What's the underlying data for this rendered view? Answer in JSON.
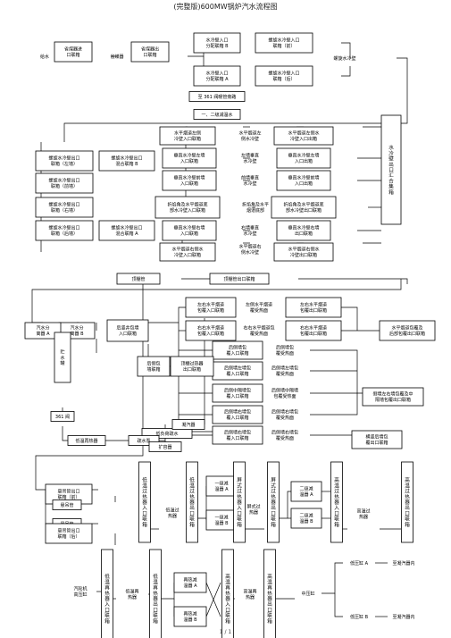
{
  "header": {
    "title": "(完整版)600MW锅炉汽水流程图"
  },
  "footer": {
    "page": "1 / 1"
  },
  "nodes": [
    {
      "id": "n1",
      "text": "给水",
      "tv": false
    },
    {
      "id": "n2",
      "text": "省煤器进\n口联箱",
      "tv": false
    },
    {
      "id": "n3",
      "text": "省煤器",
      "tv": false
    },
    {
      "id": "n4",
      "text": "省煤器出\n口联箱",
      "tv": false
    },
    {
      "id": "n5",
      "text": "水冷壁入口\n分配联箱 B",
      "tv": false
    },
    {
      "id": "n6",
      "text": "螺旋水冷壁入口\n联箱（前）",
      "tv": false
    },
    {
      "id": "n7",
      "text": "螺旋水冷壁入口\n联箱（后）",
      "tv": false
    },
    {
      "id": "n8",
      "text": "水冷壁入口\n分配联箱 A",
      "tv": false
    },
    {
      "id": "n9",
      "text": "螺旋水冷壁",
      "tv": false
    },
    {
      "id": "n10",
      "text": "至 361 阀暖管旁路",
      "tv": false
    },
    {
      "id": "n11",
      "text": "一、二级减温水",
      "tv": false
    },
    {
      "id": "n12",
      "text": "水平烟道左侧\n冷壁入口联箱",
      "tv": false
    },
    {
      "id": "n13",
      "text": "水平烟道左\n侧水冷壁",
      "tv": false
    },
    {
      "id": "n14",
      "text": "水平烟道左侧水\n冷壁入口出箱",
      "tv": false
    },
    {
      "id": "n15",
      "text": "螺旋水冷壁出口\n联箱（左墙）",
      "tv": false
    },
    {
      "id": "n16",
      "text": "螺旋水冷壁出口\n混合联箱 B",
      "tv": false
    },
    {
      "id": "n17",
      "text": "垂直水冷壁左墙\n入口联箱",
      "tv": false
    },
    {
      "id": "n18",
      "text": "左墙垂直\n水冷壁",
      "tv": false
    },
    {
      "id": "n19",
      "text": "垂直水冷壁左墙\n入口出箱",
      "tv": false
    },
    {
      "id": "n20",
      "text": "螺旋水冷壁出口\n联箱（前墙）",
      "tv": false
    },
    {
      "id": "n21",
      "text": "垂直水冷壁前墙\n入口联箱",
      "tv": false
    },
    {
      "id": "n22",
      "text": "前墙垂直\n水冷壁",
      "tv": false
    },
    {
      "id": "n23",
      "text": "垂直水冷壁前墙\n入口出箱",
      "tv": false
    },
    {
      "id": "n24",
      "text": "螺旋水冷壁出口\n联箱（右墙）",
      "tv": false
    },
    {
      "id": "n25",
      "text": "折焰角及水平烟道底\n部水冷壁入口联箱",
      "tv": false
    },
    {
      "id": "n26",
      "text": "折焰角及水平\n烟道底部",
      "tv": false
    },
    {
      "id": "n27",
      "text": "折焰角及水平烟道底\n部水冷壁出口联箱",
      "tv": false
    },
    {
      "id": "n28",
      "text": "螺旋水冷壁出口\n联箱（后墙）",
      "tv": false
    },
    {
      "id": "n29",
      "text": "螺旋水冷壁出口\n混合联箱 A",
      "tv": false
    },
    {
      "id": "n30",
      "text": "垂直水冷壁右墙\n入口联箱",
      "tv": false
    },
    {
      "id": "n31",
      "text": "右墙垂直\n水冷壁",
      "tv": false
    },
    {
      "id": "n32",
      "text": "垂直水冷壁右墙\n出口联箱",
      "tv": false
    },
    {
      "id": "n33",
      "text": "水平烟道右侧水\n冷壁入口联箱",
      "tv": false
    },
    {
      "id": "n34",
      "text": "水平烟道右\n侧水冷壁",
      "tv": false
    },
    {
      "id": "n35",
      "text": "水平烟道右侧水\n冷壁出口联箱",
      "tv": false
    },
    {
      "id": "n36",
      "text": "水冷壁出口汇合集箱",
      "tv": true
    },
    {
      "id": "n37",
      "text": "顶棚管",
      "tv": false
    },
    {
      "id": "n38",
      "text": "顶棚管出口联箱",
      "tv": false
    },
    {
      "id": "n39",
      "text": "汽水分\n离器 B",
      "tv": false
    },
    {
      "id": "n40",
      "text": "汽水分\n离器 A",
      "tv": false
    },
    {
      "id": "n41",
      "text": "贮\n水\n罐",
      "tv": false
    },
    {
      "id": "n42",
      "text": "后竖井包墙\n入口联箱",
      "tv": false
    },
    {
      "id": "n43",
      "text": "左右水平烟道\n包覆入口联箱",
      "tv": false
    },
    {
      "id": "n44",
      "text": "左侧水平烟道\n覆受热面",
      "tv": false
    },
    {
      "id": "n45",
      "text": "左右水平烟道\n包覆出口联箱",
      "tv": false
    },
    {
      "id": "n46",
      "text": "右右水平烟道\n包覆入口联箱",
      "tv": false
    },
    {
      "id": "n47",
      "text": "右右水平烟道包\n覆受热面",
      "tv": false
    },
    {
      "id": "n48",
      "text": "右右水平烟道\n包覆出口联箱",
      "tv": false
    },
    {
      "id": "n49",
      "text": "水平烟道包覆及\n后部包覆出口联箱",
      "tv": false
    },
    {
      "id": "n50",
      "text": "后侧墙包\n覆入口联箱",
      "tv": false
    },
    {
      "id": "n51",
      "text": "后侧墙包\n覆受热面",
      "tv": false
    },
    {
      "id": "n52",
      "text": "后侧墙左墙包\n覆入口联箱",
      "tv": false
    },
    {
      "id": "n53",
      "text": "后侧墙左墙包\n覆受热面",
      "tv": false
    },
    {
      "id": "n54",
      "text": "后侧中隔墙包\n覆入口联箱",
      "tv": false
    },
    {
      "id": "n55",
      "text": "后侧墙中隔墙\n包覆受热面",
      "tv": false
    },
    {
      "id": "n56",
      "text": "侧墙左右墙包覆及中\n隔墙包覆出口联箱",
      "tv": false
    },
    {
      "id": "n57",
      "text": "后侧墙右墙包\n覆入口联箱",
      "tv": false
    },
    {
      "id": "n58",
      "text": "后侧墙右墙包\n覆受热面",
      "tv": false
    },
    {
      "id": "n59",
      "text": "后侧墙右墙包\n覆入口联箱",
      "tv": false
    },
    {
      "id": "n60",
      "text": "后侧墙右墙包\n覆受热面",
      "tv": false
    },
    {
      "id": "n61",
      "text": "横竖后墙包\n覆出口联箱",
      "tv": false
    },
    {
      "id": "n62",
      "text": "后侧包\n墙联箱",
      "tv": false
    },
    {
      "id": "n63",
      "text": "顶棚过热器\n出口联箱",
      "tv": false
    },
    {
      "id": "n64",
      "text": "361 阀",
      "tv": false
    },
    {
      "id": "n65",
      "text": "低温再热器",
      "tv": false
    },
    {
      "id": "n66",
      "text": "低负荷疏水",
      "tv": false
    },
    {
      "id": "n67",
      "text": "疏水泵",
      "tv": false
    },
    {
      "id": "n68",
      "text": "扩容器",
      "tv": false
    },
    {
      "id": "n69",
      "text": "凝汽器",
      "tv": false
    },
    {
      "id": "n70",
      "text": "悬吊管",
      "tv": false
    },
    {
      "id": "n71",
      "text": "悬吊管出口\n联箱（前）",
      "tv": false
    },
    {
      "id": "n72",
      "text": "悬吊管",
      "tv": false
    },
    {
      "id": "n73",
      "text": "悬吊管",
      "tv": false
    },
    {
      "id": "n74",
      "text": "悬吊管出口\n联箱（后）",
      "tv": false
    },
    {
      "id": "n75",
      "text": "低温过热器入口联箱",
      "tv": true
    },
    {
      "id": "n76",
      "text": "低温过\n热器",
      "tv": false
    },
    {
      "id": "n77",
      "text": "低温过热器出口联箱",
      "tv": true
    },
    {
      "id": "n78",
      "text": "一级减\n温器 A",
      "tv": false
    },
    {
      "id": "n79",
      "text": "一级减\n温器 B",
      "tv": false
    },
    {
      "id": "n80",
      "text": "屏式过热器入口联箱",
      "tv": true
    },
    {
      "id": "n81",
      "text": "屏式过\n热器",
      "tv": false
    },
    {
      "id": "n82",
      "text": "屏式过热器出口联箱",
      "tv": true
    },
    {
      "id": "n83",
      "text": "二级减\n温器 A",
      "tv": false
    },
    {
      "id": "n84",
      "text": "二级减\n温器 B",
      "tv": false
    },
    {
      "id": "n85",
      "text": "高温过热器入口联箱",
      "tv": true
    },
    {
      "id": "n86",
      "text": "高温过\n热器",
      "tv": false
    },
    {
      "id": "n87",
      "text": "高温过热器出口联箱",
      "tv": true
    },
    {
      "id": "n88",
      "text": "汽轮机\n高压缸",
      "tv": false
    },
    {
      "id": "n89",
      "text": "低温再热器入口联箱",
      "tv": true
    },
    {
      "id": "n90",
      "text": "低温再\n热器",
      "tv": false
    },
    {
      "id": "n91",
      "text": "低温再热器出口联箱",
      "tv": true
    },
    {
      "id": "n92",
      "text": "再热减\n温器 A",
      "tv": false
    },
    {
      "id": "n93",
      "text": "再热减\n温器 B",
      "tv": false
    },
    {
      "id": "n94",
      "text": "高温再热器入口联箱",
      "tv": true
    },
    {
      "id": "n95",
      "text": "高温再\n热器",
      "tv": false
    },
    {
      "id": "n96",
      "text": "高温再热器出口联箱",
      "tv": true
    },
    {
      "id": "n97",
      "text": "中压缸",
      "tv": false
    },
    {
      "id": "n98",
      "text": "低压缸 A",
      "tv": false
    },
    {
      "id": "n99",
      "text": "低压缸 B",
      "tv": false
    },
    {
      "id": "n100",
      "text": "至凝汽器内",
      "tv": false
    },
    {
      "id": "n101",
      "text": "至凝汽器内",
      "tv": false
    }
  ]
}
